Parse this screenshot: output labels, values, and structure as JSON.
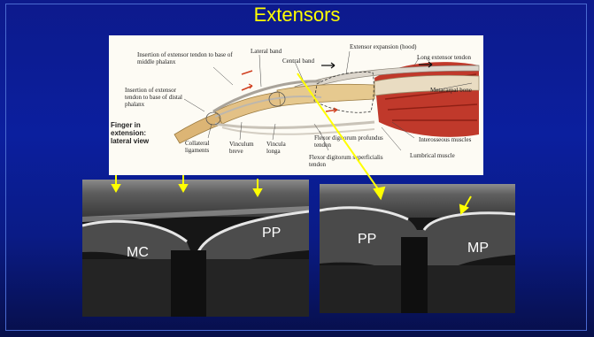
{
  "slide": {
    "title": "Extensors"
  },
  "anatomy": {
    "labels": {
      "insertion_middle": "Insertion of extensor tendon to base of middle phalanx",
      "insertion_distal": "Insertion of extensor tendon to base of distal phalanx",
      "lateral_band": "Lateral band",
      "central_band": "Central band",
      "extensor_expansion": "Extensor expansion (hood)",
      "long_extensor": "Long extensor tendon",
      "metacarpal": "Metacarpal bone",
      "finger_view": "Finger in extension: lateral view",
      "collateral": "Collateral ligaments",
      "vinculum_breve": "Vinculum breve",
      "vincula_longa": "Vincula longa",
      "fdp": "Flexor digitorum profundus tendon",
      "fds": "Flexor digitorum superficialis tendon",
      "interosseous": "Interosseous muscles",
      "lumbrical": "Lumbrical muscle"
    }
  },
  "ultrasound": {
    "left": {
      "label_a": "MC",
      "label_b": "PP"
    },
    "right": {
      "label_a": "PP",
      "label_b": "MP"
    }
  },
  "colors": {
    "title": "#ffff00",
    "arrows": "#ffff00",
    "background": "#0b1f9e"
  }
}
